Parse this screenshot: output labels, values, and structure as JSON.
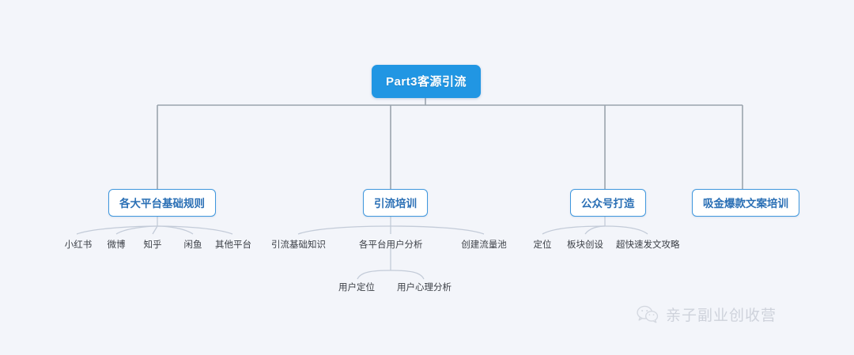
{
  "diagram": {
    "type": "mindmap-tree",
    "background_color": "#f3f5fa",
    "root": {
      "label": "Part3客源引流",
      "fill_color": "#2196e3",
      "text_color": "#ffffff"
    },
    "branch_style": {
      "fill_color": "#ffffff",
      "border_color": "#3f97dd",
      "text_color": "#2a6fb5"
    },
    "edge_color_trunk": "#9aa3ad",
    "edge_color_leaf": "#c3cbd8",
    "branches": [
      {
        "label": "各大平台基础规则",
        "children": [
          {
            "label": "小红书"
          },
          {
            "label": "微博"
          },
          {
            "label": "知乎"
          },
          {
            "label": "闲鱼"
          },
          {
            "label": "其他平台"
          }
        ]
      },
      {
        "label": "引流培训",
        "children": [
          {
            "label": "引流基础知识"
          },
          {
            "label": "各平台用户分析",
            "children": [
              {
                "label": "用户定位"
              },
              {
                "label": "用户心理分析"
              }
            ]
          },
          {
            "label": "创建流量池"
          }
        ]
      },
      {
        "label": "公众号打造",
        "children": [
          {
            "label": "定位"
          },
          {
            "label": "板块创设"
          },
          {
            "label": "超快速发文攻略"
          }
        ]
      },
      {
        "label": "吸金爆款文案培训",
        "children": []
      }
    ]
  },
  "watermark": {
    "text": "亲子副业创收营",
    "icon": "wechat-icon"
  }
}
